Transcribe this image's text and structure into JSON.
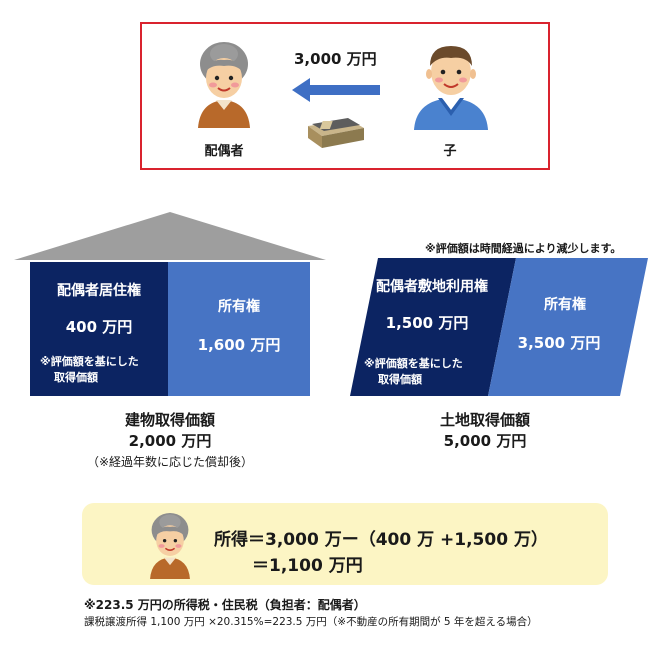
{
  "transfer": {
    "amount": "3,000 万円",
    "recipient_label": "配偶者",
    "payer_label": "子",
    "arrow_color": "#3e6fc4",
    "frame_color": "#d9232e"
  },
  "building": {
    "left_title": "配偶者居住権",
    "left_amount": "400 万円",
    "left_note_1": "※評価額を基にした",
    "left_note_2": "取得価額",
    "right_title": "所有権",
    "right_amount": "1,600 万円",
    "caption_1": "建物取得価額",
    "caption_2": "2,000 万円",
    "caption_3": "（※経過年数に応じた償却後）",
    "dark_color": "#0c2462",
    "light_color": "#4774c4",
    "roof_color": "#9e9e9e"
  },
  "land": {
    "top_note": "※評価額は時間経過により減少します。",
    "left_title": "配偶者敷地利用権",
    "left_amount": "1,500 万円",
    "left_note_1": "※評価額を基にした",
    "left_note_2": "取得価額",
    "right_title": "所有権",
    "right_amount": "3,500 万円",
    "caption_1": "土地取得価額",
    "caption_2": "5,000 万円"
  },
  "income": {
    "line_1": "所得＝3,000 万ー（400 万 +1,500 万）",
    "line_2": "＝1,100 万円",
    "background": "#fcf5c4"
  },
  "footnotes": {
    "line_1": "※223.5 万円の所得税・住民税（負担者：配偶者）",
    "line_2": "課税譲渡所得 1,100 万円 ×20.315%=223.5 万円（※不動産の所有期間が 5 年を超える場合）"
  }
}
